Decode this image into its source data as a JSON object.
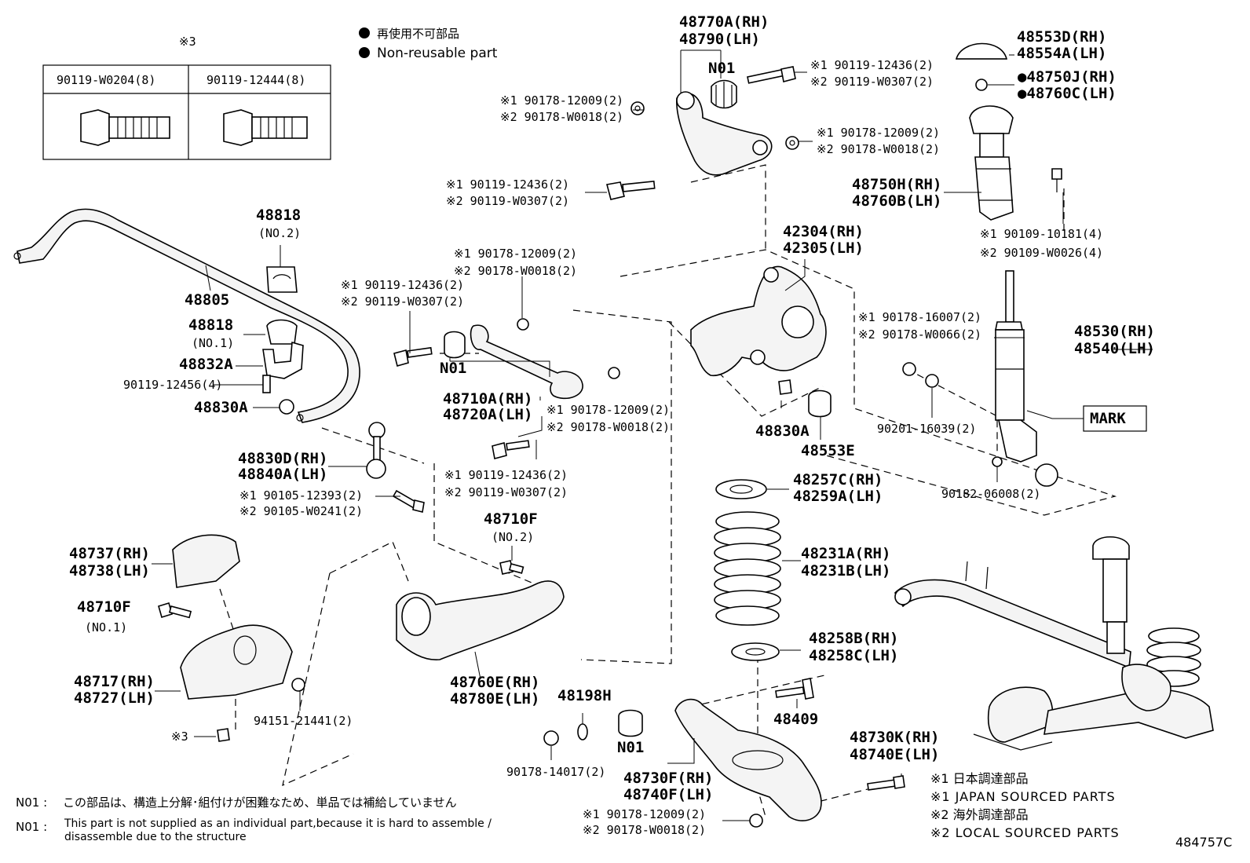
{
  "legend_top": {
    "jp": "再使用不可部品",
    "en": "Non-reusable part"
  },
  "bolt_table": {
    "header": "※3",
    "cols": [
      "90119-W0204(8)",
      "90119-12444(8)"
    ]
  },
  "labels": [
    {
      "id": "l1",
      "lines": [
        "48770A(RH)",
        "48790(LH)"
      ]
    },
    {
      "id": "l2",
      "lines": [
        "N01"
      ]
    },
    {
      "id": "l3",
      "lines": [
        "※1 90119-12436(2)",
        "※2 90119-W0307(2)"
      ]
    },
    {
      "id": "l4",
      "lines": [
        "48553D(RH)",
        "48554A(LH)"
      ]
    },
    {
      "id": "l5",
      "lines": [
        "●48750J(RH)",
        "●48760C(LH)"
      ]
    },
    {
      "id": "l6",
      "lines": [
        "※1 90178-12009(2)",
        "※2 90178-W0018(2)"
      ]
    },
    {
      "id": "l7",
      "lines": [
        "※1 90178-12009(2)",
        "※2 90178-W0018(2)"
      ]
    },
    {
      "id": "l8",
      "lines": [
        "※1 90119-12436(2)",
        "※2 90119-W0307(2)"
      ]
    },
    {
      "id": "l9",
      "lines": [
        "48750H(RH)",
        "48760B(LH)"
      ]
    },
    {
      "id": "l10",
      "lines": [
        "48818"
      ]
    },
    {
      "id": "l11",
      "lines": [
        "(NO.2)"
      ]
    },
    {
      "id": "l12",
      "lines": [
        "48805"
      ]
    },
    {
      "id": "l13",
      "lines": [
        "42304(RH)",
        "42305(LH)"
      ]
    },
    {
      "id": "l14",
      "lines": [
        "※1 90109-10181(4)",
        "※2 90109-W0026(4)"
      ]
    },
    {
      "id": "l15",
      "lines": [
        "※1 90178-12009(2)",
        "※2 90178-W0018(2)"
      ]
    },
    {
      "id": "l16",
      "lines": [
        "※1 90119-12436(2)",
        "※2 90119-W0307(2)"
      ]
    },
    {
      "id": "l17",
      "lines": [
        "48818"
      ]
    },
    {
      "id": "l18",
      "lines": [
        "(NO.1)"
      ]
    },
    {
      "id": "l19",
      "lines": [
        "48832A"
      ]
    },
    {
      "id": "l20",
      "lines": [
        "90119-12456(4)"
      ]
    },
    {
      "id": "l21",
      "lines": [
        "48830A"
      ]
    },
    {
      "id": "l22",
      "lines": [
        "N01"
      ]
    },
    {
      "id": "l23",
      "lines": [
        "48710A(RH)",
        "48720A(LH)"
      ]
    },
    {
      "id": "l24",
      "lines": [
        "※1 90178-12009(2)",
        "※2 90178-W0018(2)"
      ]
    },
    {
      "id": "l25",
      "lines": [
        "※1 90178-16007(2)",
        "※2 90178-W0066(2)"
      ]
    },
    {
      "id": "l26",
      "lines": [
        "48530(RH)",
        "48540(LH)"
      ]
    },
    {
      "id": "l27",
      "lines": [
        "48830A"
      ]
    },
    {
      "id": "l28",
      "lines": [
        "48553E"
      ]
    },
    {
      "id": "l29",
      "lines": [
        "90201-16039(2)"
      ]
    },
    {
      "id": "l30",
      "lines": [
        "MARK"
      ]
    },
    {
      "id": "l31",
      "lines": [
        "48830D(RH)",
        "48840A(LH)"
      ]
    },
    {
      "id": "l32",
      "lines": [
        "※1 90105-12393(2)",
        "※2 90105-W0241(2)"
      ]
    },
    {
      "id": "l33",
      "lines": [
        "※1 90119-12436(2)",
        "※2 90119-W0307(2)"
      ]
    },
    {
      "id": "l34",
      "lines": [
        "48257C(RH)",
        "48259A(LH)"
      ]
    },
    {
      "id": "l35",
      "lines": [
        "90182-06008(2)"
      ]
    },
    {
      "id": "l36",
      "lines": [
        "48710F"
      ]
    },
    {
      "id": "l37",
      "lines": [
        "(NO.2)"
      ]
    },
    {
      "id": "l38",
      "lines": [
        "48737(RH)",
        "48738(LH)"
      ]
    },
    {
      "id": "l39",
      "lines": [
        "48231A(RH)",
        "48231B(LH)"
      ]
    },
    {
      "id": "l40",
      "lines": [
        "48710F"
      ]
    },
    {
      "id": "l41",
      "lines": [
        "(NO.1)"
      ]
    },
    {
      "id": "l42",
      "lines": [
        "48258B(RH)",
        "48258C(LH)"
      ]
    },
    {
      "id": "l43",
      "lines": [
        "48717(RH)",
        "48727(LH)"
      ]
    },
    {
      "id": "l44",
      "lines": [
        "48760E(RH)",
        "48780E(LH)"
      ]
    },
    {
      "id": "l45",
      "lines": [
        "48198H"
      ]
    },
    {
      "id": "l46",
      "lines": [
        "94151-21441(2)"
      ]
    },
    {
      "id": "l47",
      "lines": [
        "48409"
      ]
    },
    {
      "id": "l48",
      "lines": [
        "※3"
      ]
    },
    {
      "id": "l49",
      "lines": [
        "N01"
      ]
    },
    {
      "id": "l50",
      "lines": [
        "48730K(RH)",
        "48740E(LH)"
      ]
    },
    {
      "id": "l51",
      "lines": [
        "90178-14017(2)"
      ]
    },
    {
      "id": "l52",
      "lines": [
        "48730F(RH)",
        "48740F(LH)"
      ]
    },
    {
      "id": "l53",
      "lines": [
        "※1 90178-12009(2)",
        "※2 90178-W0018(2)"
      ]
    }
  ],
  "sourcing_legend": [
    "※1 日本調達部品",
    "※1 JAPAN SOURCED PARTS",
    "※2 海外調達部品",
    "※2 LOCAL SOURCED PARTS"
  ],
  "footnote": {
    "prefix1": "N01 :",
    "jp": "この部品は、構造上分解･組付けが困難なため、単品では補給していません",
    "prefix2": "N01 :",
    "en1": "This part is not supplied as an individual part,because it is hard to assemble /",
    "en2": "disassemble due to the structure"
  },
  "figure_id": "484757C"
}
